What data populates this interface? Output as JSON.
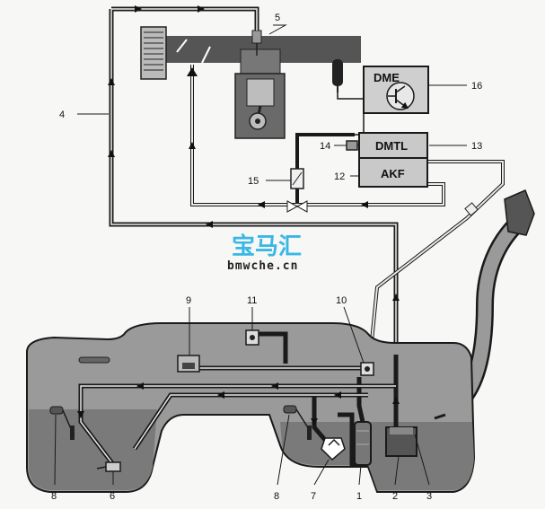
{
  "diagram": {
    "boxes": {
      "dme": "DME",
      "dmtl": "DMTL",
      "akf": "AKF"
    },
    "labels": {
      "l1": "1",
      "l2": "2",
      "l3": "3",
      "l4": "4",
      "l5": "5",
      "l6": "6",
      "l7": "7",
      "l8a": "8",
      "l8b": "8",
      "l9": "9",
      "l10": "10",
      "l11": "11",
      "l12": "12",
      "l13": "13",
      "l14": "14",
      "l15": "15",
      "l16": "16"
    },
    "watermark": {
      "cn": "宝马汇",
      "en": "bmwche.cn"
    },
    "colors": {
      "line": "#1a1a1a",
      "tank": "#8c8c8c",
      "tank_fuel": "#6e6e6e",
      "box_fill": "#c9c9c9",
      "pipe_light": "#e8e8e8",
      "watermark": "#39b7e6"
    }
  }
}
